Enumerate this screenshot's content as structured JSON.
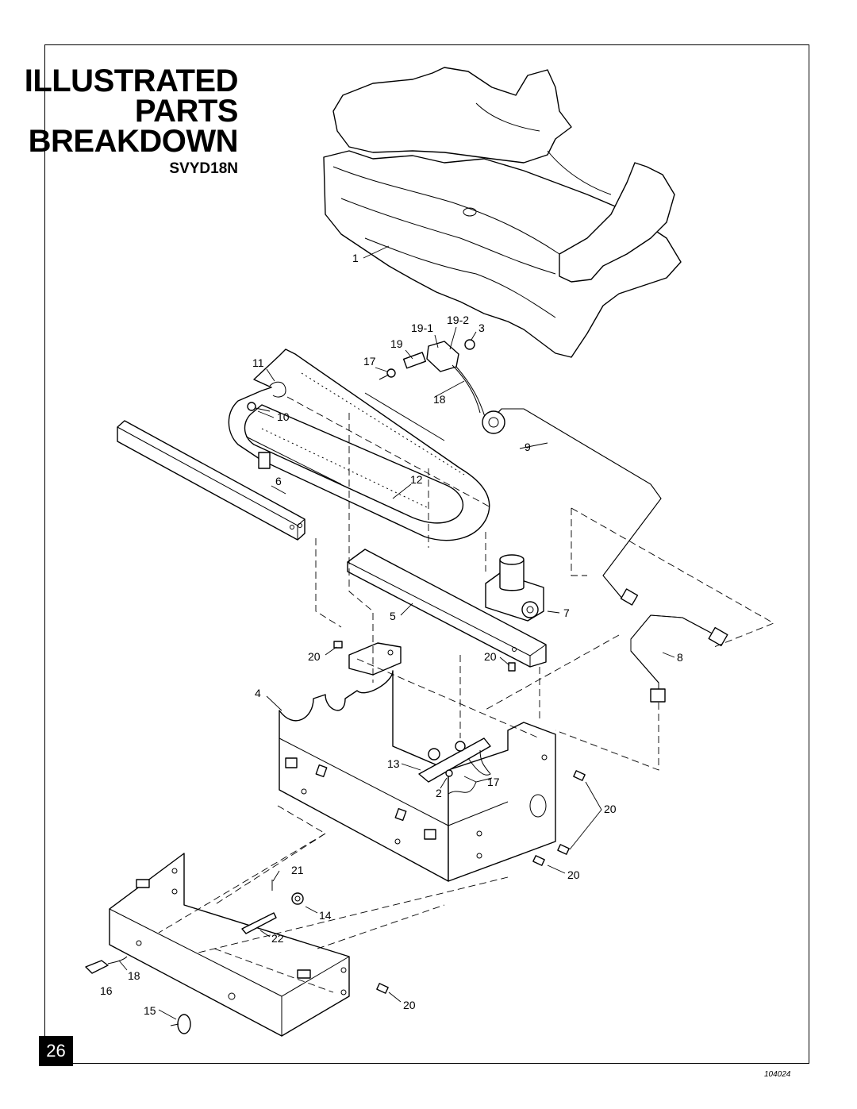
{
  "header": {
    "title_line1": "ILLUSTRATED",
    "title_line2": "PARTS",
    "title_line3": "BREAKDOWN",
    "model": "SVYD18N"
  },
  "footer": {
    "page_number": "26",
    "figure_id": "104024"
  },
  "callouts": {
    "c1": "1",
    "c19_2": "19-2",
    "c19_1": "19-1",
    "c3": "3",
    "c19": "19",
    "c11": "11",
    "c17a": "17",
    "c18a": "18",
    "c10": "10",
    "c9": "9",
    "c6": "6",
    "c12": "12",
    "c7": "7",
    "c5": "5",
    "c20a": "20",
    "c20b": "20",
    "c8": "8",
    "c4": "4",
    "c13": "13",
    "c17b": "17",
    "c2": "2",
    "c20c": "20",
    "c20d": "20",
    "c21": "21",
    "c14": "14",
    "c22": "22",
    "c18b": "18",
    "c16": "16",
    "c15": "15",
    "c20e": "20"
  }
}
